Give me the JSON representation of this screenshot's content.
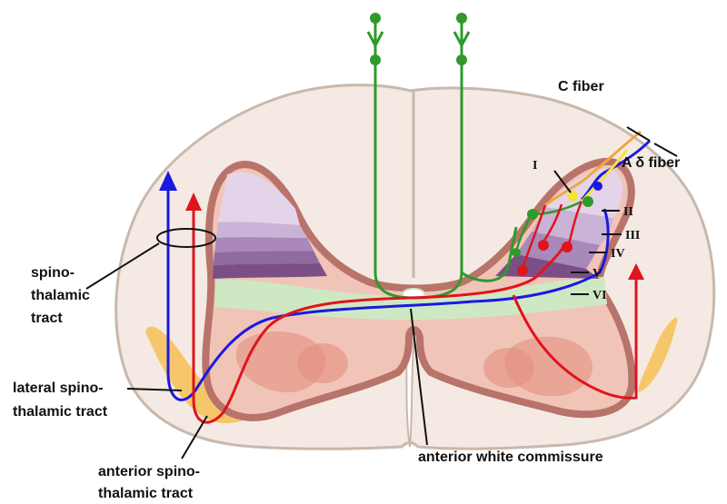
{
  "labels": {
    "c_fiber": "C fiber",
    "a_delta_fiber": "A δ fiber",
    "spino_line1": "spino-",
    "spino_line2": "thalamic",
    "spino_line3": "tract",
    "lateral_line1": "lateral spino-",
    "lateral_line2": "thalamic tract",
    "anterior_line1": "anterior spino-",
    "anterior_line2": "thalamic tract",
    "commissure": "anterior white commissure"
  },
  "laminae": [
    "I",
    "II",
    "III",
    "IV",
    "V",
    "VI"
  ],
  "colors": {
    "white_matter": "#f4eae3",
    "white_matter_outline": "#c9b8ac",
    "gray_outline": "#b8736a",
    "ventral_horn": "#f1c4b8",
    "commissure_band": "#cfe8c4",
    "lamina_palest": "#e4d4ea",
    "lamina_dark": "#7b4f86",
    "motor_nucleus": "#e9a596",
    "fat_pad": "#f6c66b",
    "green_neuron": "#2e9a2a",
    "red_tract": "#e0141c",
    "blue_tract": "#1a1adf",
    "c_fiber": "#f3a73a",
    "label_line": "#111111"
  }
}
